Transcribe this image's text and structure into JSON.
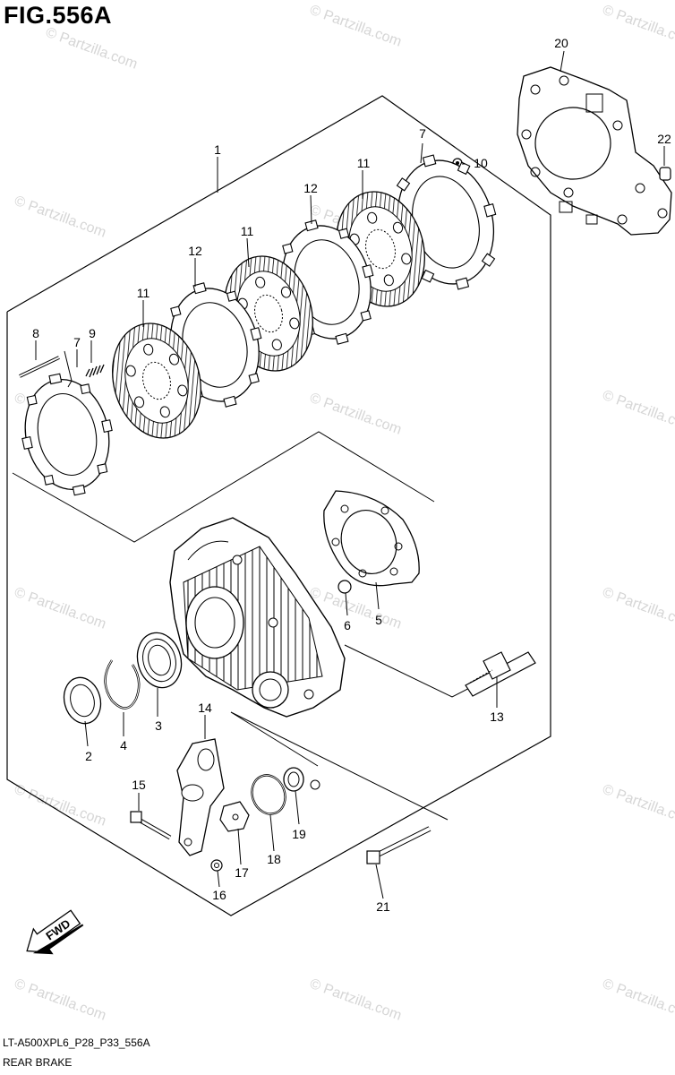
{
  "figure_title": "FIG.556A",
  "footer": {
    "code": "LT-A500XPL6_P28_P33_556A",
    "name": "REAR BRAKE"
  },
  "watermark": "© Partzilla.com",
  "fwd_label": "FWD",
  "callouts": [
    "1",
    "2",
    "3",
    "4",
    "5",
    "6",
    "7",
    "7",
    "8",
    "9",
    "10",
    "11",
    "11",
    "11",
    "12",
    "12",
    "13",
    "14",
    "15",
    "16",
    "17",
    "18",
    "19",
    "20",
    "21",
    "22"
  ]
}
